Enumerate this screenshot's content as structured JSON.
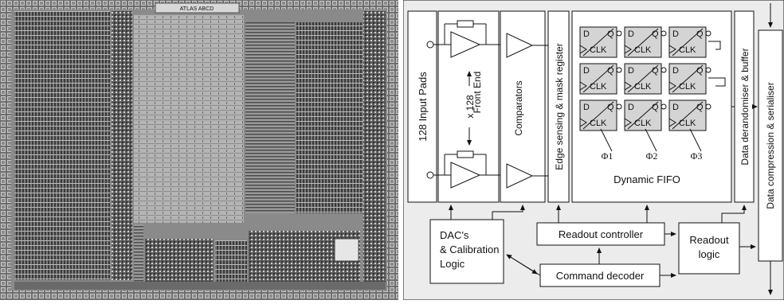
{
  "photo": {
    "chip_label": "ATLAS ABCD"
  },
  "diagram": {
    "input_pads": "128 Input Pads",
    "front_end": "Front End",
    "times_128": "x 128",
    "comparators": "Comparators",
    "edge_sensing": "Edge sensing & mask register",
    "fifo_title": "Dynamic FIFO",
    "phase1": "Φ1",
    "phase2": "Φ2",
    "phase3": "Φ3",
    "cell_d": "D",
    "cell_q": "Q",
    "cell_clk": "CLK",
    "derandomiser": "Data derandomiser & buffer",
    "compression": "Data compression & serialiser",
    "dac_line1": "DAC's",
    "dac_line2": "& Calibration",
    "dac_line3": "Logic",
    "readout_controller": "Readout controller",
    "readout_logic_line1": "Readout",
    "readout_logic_line2": "logic",
    "command_decoder": "Command decoder"
  },
  "colors": {
    "panel_bg": "#ececec",
    "photo_bg": "#8a8a8a",
    "cell_fill": "#d4d4d4",
    "line": "#111111"
  }
}
